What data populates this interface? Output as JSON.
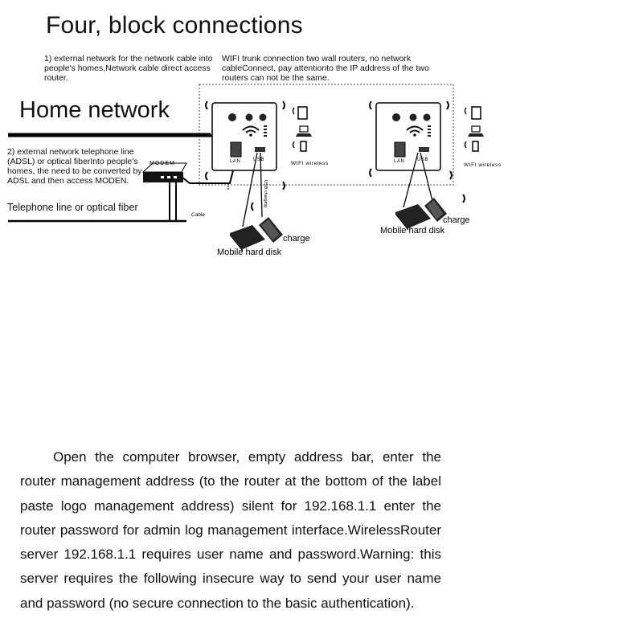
{
  "title": "Four, block connections",
  "home_label": "Home network",
  "notes": {
    "external_cable": "1) external network for the network cable into people's homes,Network cable direct access router.",
    "wifi_trunk": "WIFI trunk connection two wall routers, no network cableConnect, pay attentionto the IP address of the two routers can not be the same.",
    "adsl": "2) external network telephone line (ADSL) or optical fiberInto people's homes, the need to be converted by ADSL and then access MODEN."
  },
  "labels": {
    "telephone": "Telephone line or optical fiber",
    "modem": "MODEM",
    "cable": "Cable",
    "lan": "LAN",
    "usb": "USB",
    "wifi_wireless": "WIFI wireless",
    "usb_charging": "USB charging",
    "charge": "charge",
    "hard_disk": "Mobile hard disk"
  },
  "paragraph": "Open the computer browser, empty address bar, enter the router management address (to the router at the bottom of the label paste logo management address) silent for 192.168.1.1 enter the router password for admin log management interface.WirelessRouter server 192.168.1.1 requires user name and password.Warning: this server requires the following insecure way to send your user name and password (no secure connection to the basic authentication)."
}
